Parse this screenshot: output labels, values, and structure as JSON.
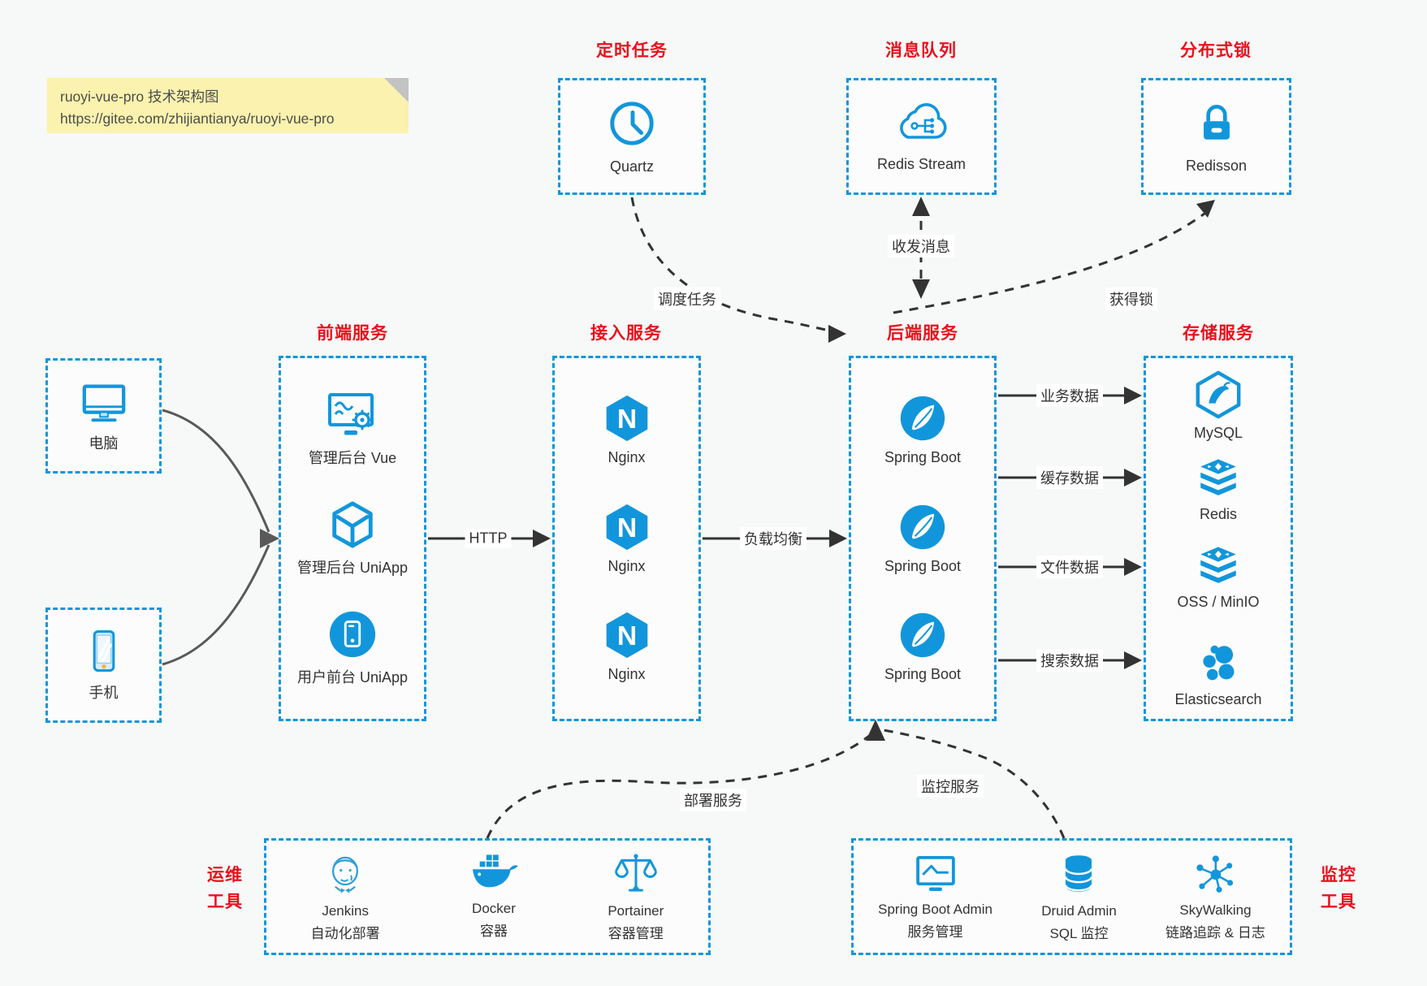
{
  "note": {
    "line1": "ruoyi-vue-pro 技术架构图",
    "line2": "https://gitee.com/zhijiantianya/ruoyi-vue-pro"
  },
  "colors": {
    "accent": "#1296db",
    "title_red": "#e8111c",
    "arrow_line": "#333333",
    "device_line": "#595959",
    "note_bg": "#faf2ae"
  },
  "top_groups": [
    {
      "title": "定时任务",
      "label": "Quartz"
    },
    {
      "title": "消息队列",
      "label": "Redis Stream"
    },
    {
      "title": "分布式锁",
      "label": "Redisson"
    }
  ],
  "devices": [
    {
      "label": "电脑"
    },
    {
      "label": "手机"
    }
  ],
  "columns": [
    {
      "title": "前端服务",
      "items": [
        "管理后台 Vue",
        "管理后台 UniApp",
        "用户前台 UniApp"
      ]
    },
    {
      "title": "接入服务",
      "items": [
        "Nginx",
        "Nginx",
        "Nginx"
      ]
    },
    {
      "title": "后端服务",
      "items": [
        "Spring Boot",
        "Spring Boot",
        "Spring Boot"
      ]
    },
    {
      "title": "存储服务",
      "items": [
        "MySQL",
        "Redis",
        "OSS / MinIO",
        "Elasticsearch"
      ]
    }
  ],
  "edges": {
    "http": "HTTP",
    "load_balance": "负载均衡",
    "data_flows": [
      "业务数据",
      "缓存数据",
      "文件数据",
      "搜索数据"
    ],
    "schedule": "调度任务",
    "messages": "收发消息",
    "lock": "获得锁",
    "deploy": "部署服务",
    "monitor": "监控服务"
  },
  "bottom_groups": [
    {
      "title_line1": "运维",
      "title_line2": "工具",
      "items": [
        {
          "name": "Jenkins",
          "desc": "自动化部署"
        },
        {
          "name": "Docker",
          "desc": "容器"
        },
        {
          "name": "Portainer",
          "desc": "容器管理"
        }
      ]
    },
    {
      "title_line1": "监控",
      "title_line2": "工具",
      "items": [
        {
          "name": "Spring Boot Admin",
          "desc": "服务管理"
        },
        {
          "name": "Druid Admin",
          "desc": "SQL 监控"
        },
        {
          "name": "SkyWalking",
          "desc": "链路追踪 & 日志"
        }
      ]
    }
  ]
}
